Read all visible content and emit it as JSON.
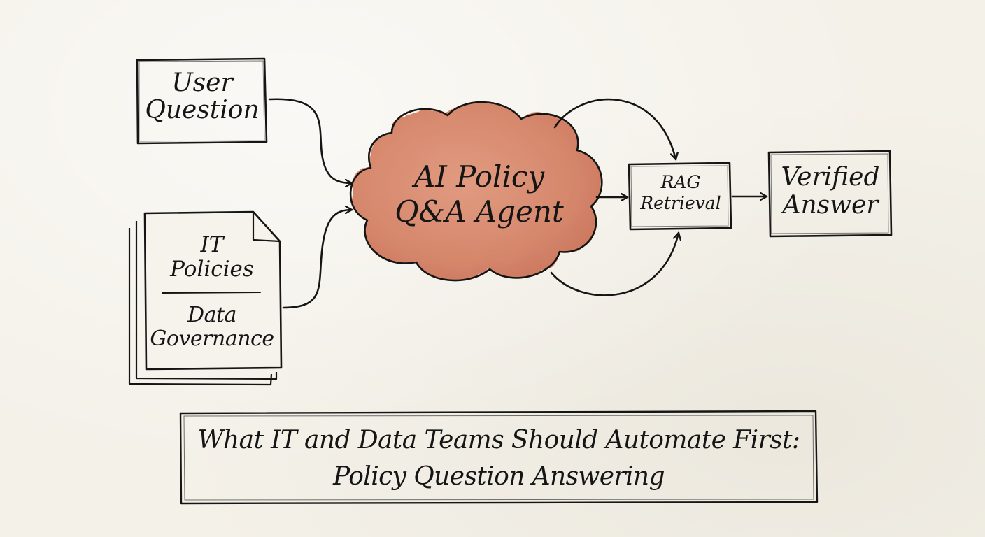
{
  "nodes": {
    "user_question": {
      "line1": "User",
      "line2": "Question"
    },
    "policies": {
      "top_line1": "IT",
      "top_line2": "Policies",
      "bottom_line1": "Data",
      "bottom_line2": "Governance"
    },
    "agent": {
      "line1": "AI Policy",
      "line2": "Q&A Agent"
    },
    "rag": {
      "line1": "RAG",
      "line2": "Retrieval"
    },
    "answer": {
      "line1": "Verified",
      "line2": "Answer"
    }
  },
  "caption": {
    "line1": "What IT and Data Teams Should Automate First:",
    "line2": "Policy Question Answering"
  },
  "colors": {
    "ink": "#151515",
    "cloud_fill": "#d9866a",
    "paper": "#f4f1e9"
  }
}
